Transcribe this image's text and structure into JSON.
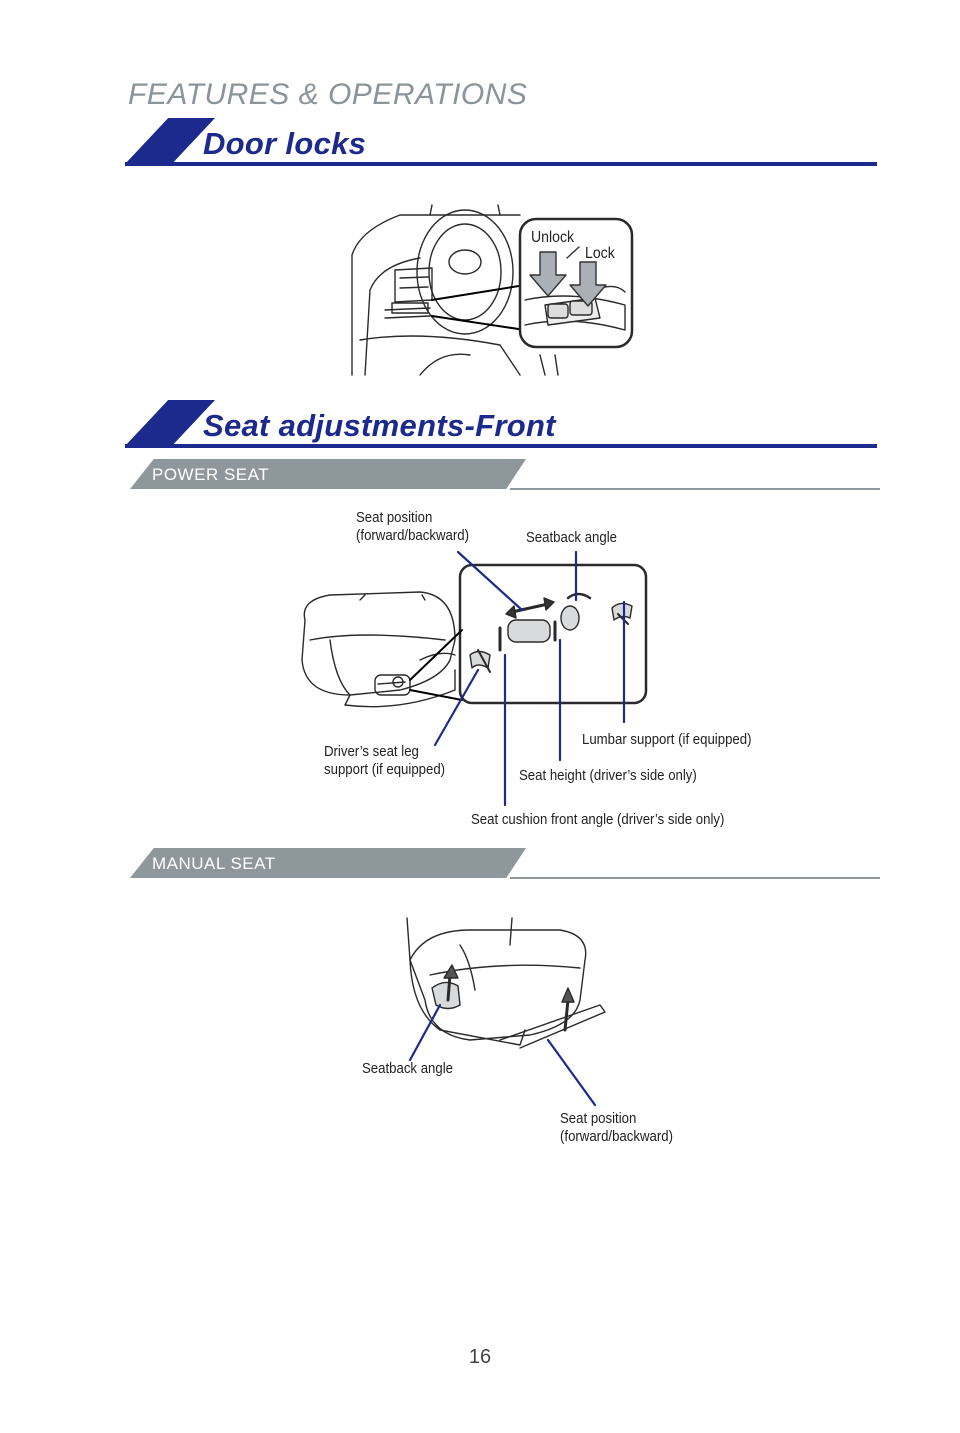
{
  "header": {
    "section": "FEATURES & OPERATIONS"
  },
  "door_locks": {
    "title": "Door locks",
    "unlock_label": "Unlock",
    "lock_label": "Lock"
  },
  "seat_adjustments": {
    "title": "Seat adjustments-Front",
    "power_seat": {
      "heading": "POWER SEAT",
      "seat_position": "Seat position\n(forward/backward)",
      "seatback_angle": "Seatback angle",
      "leg_support": "Driver’s seat leg\nsupport (if equipped)",
      "lumbar_support": "Lumbar support (if equipped)",
      "seat_height": "Seat height (driver’s side only)",
      "cushion_front_angle": "Seat cushion front angle (driver’s side only)"
    },
    "manual_seat": {
      "heading": "MANUAL SEAT",
      "seatback_angle": "Seatback angle",
      "seat_position": "Seat position\n(forward/backward)"
    }
  },
  "footer": {
    "page_number": "16"
  },
  "colors": {
    "brand_blue": "#1b2a8c",
    "band_gray": "#8e979b",
    "kicker_gray": "#8a9499"
  }
}
